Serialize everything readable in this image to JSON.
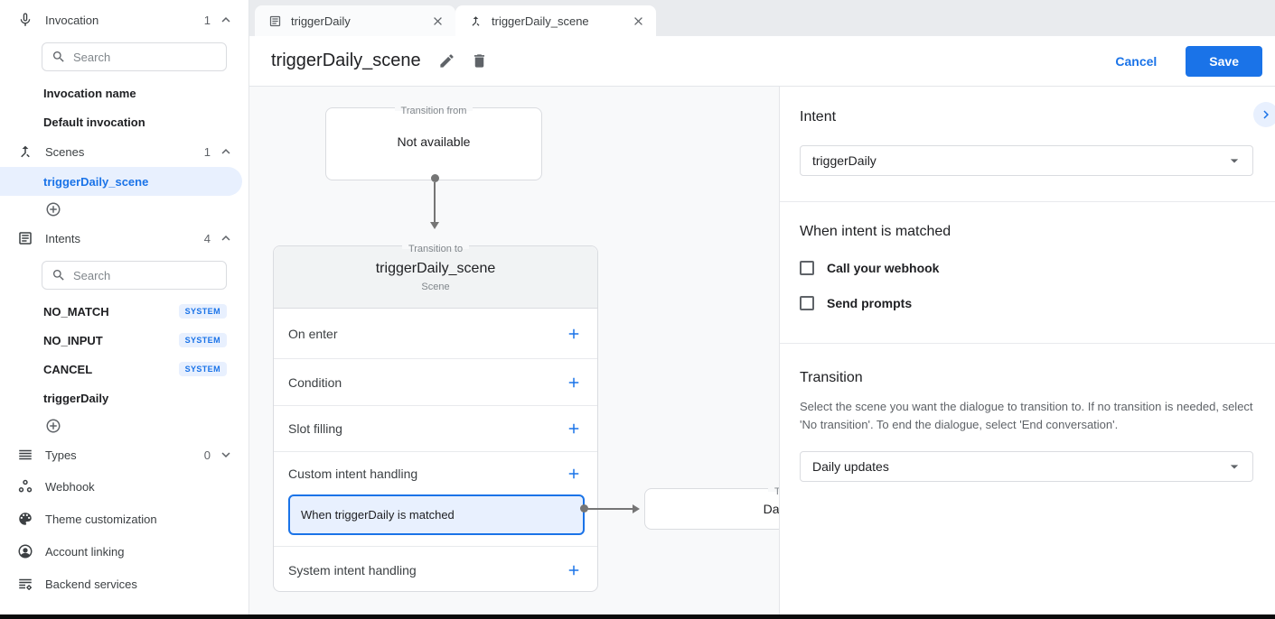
{
  "colors": {
    "accent": "#1a73e8",
    "accent_light": "#e8f0fe",
    "canvas_bg": "#f8f9fa",
    "connector": "#757575"
  },
  "sidebar": {
    "invocation": {
      "label": "Invocation",
      "count": "1",
      "search_placeholder": "Search",
      "items": [
        {
          "label": "Invocation name"
        },
        {
          "label": "Default invocation"
        }
      ]
    },
    "scenes": {
      "label": "Scenes",
      "count": "1",
      "items": [
        {
          "label": "triggerDaily_scene"
        }
      ]
    },
    "intents": {
      "label": "Intents",
      "count": "4",
      "search_placeholder": "Search",
      "items": [
        {
          "label": "NO_MATCH",
          "badge": "SYSTEM"
        },
        {
          "label": "NO_INPUT",
          "badge": "SYSTEM"
        },
        {
          "label": "CANCEL",
          "badge": "SYSTEM"
        },
        {
          "label": "triggerDaily"
        }
      ]
    },
    "types": {
      "label": "Types",
      "count": "0"
    },
    "menu": [
      {
        "label": "Webhook"
      },
      {
        "label": "Theme customization"
      },
      {
        "label": "Account linking"
      },
      {
        "label": "Backend services"
      }
    ]
  },
  "tabs": [
    {
      "label": "triggerDaily"
    },
    {
      "label": "triggerDaily_scene"
    }
  ],
  "header": {
    "title": "triggerDaily_scene",
    "cancel_label": "Cancel",
    "save_label": "Save"
  },
  "diagram": {
    "transition_from": {
      "legend": "Transition from",
      "content": "Not available"
    },
    "scene_card": {
      "legend": "Transition to",
      "title": "triggerDaily_scene",
      "subtitle": "Scene",
      "rows": [
        {
          "label": "On enter"
        },
        {
          "label": "Condition"
        },
        {
          "label": "Slot filling"
        },
        {
          "label": "Custom intent handling",
          "child": "When triggerDaily is matched"
        },
        {
          "label": "System intent handling"
        }
      ]
    },
    "target_card": {
      "legend": "Transition to",
      "content": "Daily updates"
    }
  },
  "panel": {
    "intent": {
      "title": "Intent",
      "value": "triggerDaily"
    },
    "matched": {
      "title": "When intent is matched",
      "checkboxes": [
        {
          "label": "Call your webhook"
        },
        {
          "label": "Send prompts"
        }
      ]
    },
    "transition": {
      "title": "Transition",
      "description": "Select the scene you want the dialogue to transition to. If no transition is needed, select 'No transition'. To end the dialogue, select 'End conversation'.",
      "value": "Daily updates"
    }
  }
}
